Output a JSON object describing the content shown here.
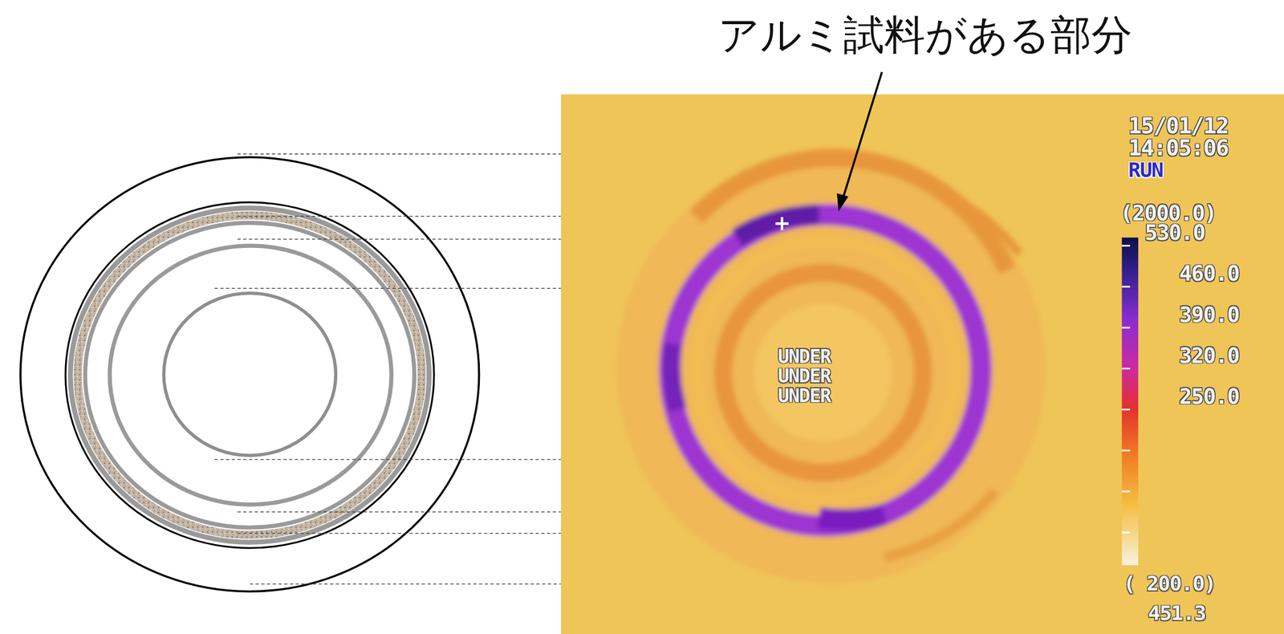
{
  "diagram": {
    "labels": [
      "アルミ試料がある部分",
      "15/01/12",
      "14:05:06",
      "RUN",
      "(2000.0)",
      "530.0",
      "460.0",
      "390.0",
      "320.0",
      "250.0",
      "UNDER",
      "UNDER",
      "UNDER",
      "( 200.0)",
      "451.3"
    ]
  }
}
